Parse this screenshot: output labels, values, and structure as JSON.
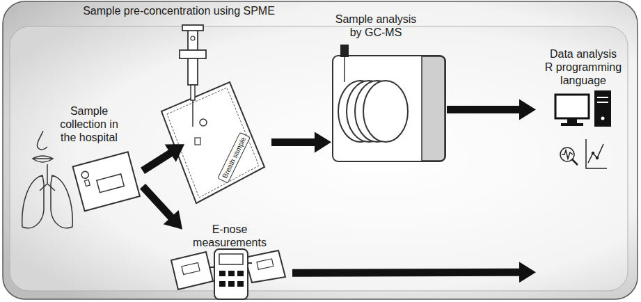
{
  "diagram": {
    "nodes": [
      {
        "text": [
          "Sample collection in the hospital"
        ]
      },
      {
        "text": [
          "Sample pre-concentration using SPME"
        ]
      },
      {
        "text": [
          "Sample analysis by GC-MS"
        ]
      },
      {
        "text": [
          "Data analysis R programming language"
        ]
      },
      {
        "text": [
          "E-nose measurements"
        ]
      }
    ],
    "edges": [
      {
        "from": 0,
        "to": 1,
        "arrow": "to"
      },
      {
        "from": 0,
        "to": 4,
        "arrow": "to"
      },
      {
        "from": 1,
        "to": 2,
        "arrow": "to"
      },
      {
        "from": 2,
        "to": 3,
        "arrow": "to"
      },
      {
        "from": 4,
        "to": 3,
        "arrow": "to"
      }
    ],
    "labels": [
      "Breath sample"
    ]
  }
}
